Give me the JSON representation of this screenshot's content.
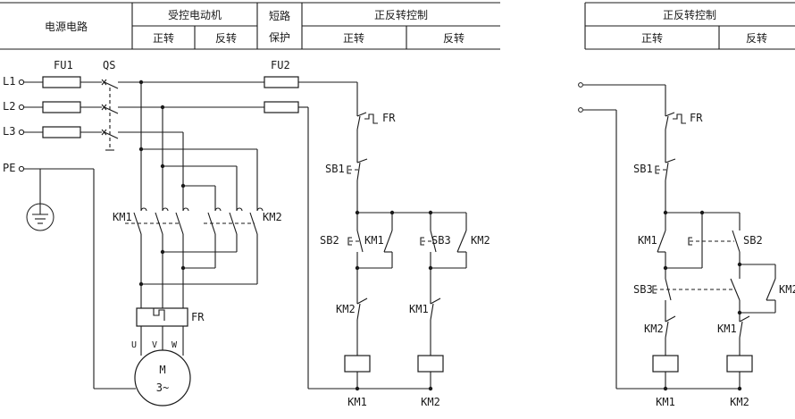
{
  "header": {
    "power_circuit": "电源电路",
    "motor": "受控电动机",
    "motor_forward": "正转",
    "motor_reverse": "反转",
    "short_circuit_1": "短路",
    "short_circuit_2": "保护",
    "control": "正反转控制",
    "control_forward": "正转",
    "control_reverse": "反转",
    "control_right": "正反转控制",
    "control_right_forward": "正转",
    "control_right_reverse": "反转"
  },
  "power": {
    "L1": "L1",
    "L2": "L2",
    "L3": "L3",
    "PE": "PE",
    "FU1": "FU1",
    "QS": "QS",
    "FU2": "FU2",
    "KM1": "KM1",
    "KM2": "KM2",
    "FR": "FR",
    "motor_M": "M",
    "motor_3": "3~",
    "phase_U": "U",
    "phase_V": "V",
    "phase_W": "W"
  },
  "control_left": {
    "FR": "FR",
    "SB1": "SB1",
    "SB2": "SB2",
    "KM1_hold": "KM1",
    "SB3": "SB3",
    "KM2_hold": "KM2",
    "KM2_inter": "KM2",
    "KM1_inter": "KM1",
    "coil_KM1": "KM1",
    "coil_KM2": "KM2"
  },
  "control_right": {
    "FR": "FR",
    "SB1": "SB1",
    "KM1_hold": "KM1",
    "SB2": "SB2",
    "SB3": "SB3",
    "KM2_hold": "KM2",
    "KM2_inter": "KM2",
    "KM1_inter": "KM1",
    "coil_KM1": "KM1",
    "coil_KM2": "KM2"
  }
}
